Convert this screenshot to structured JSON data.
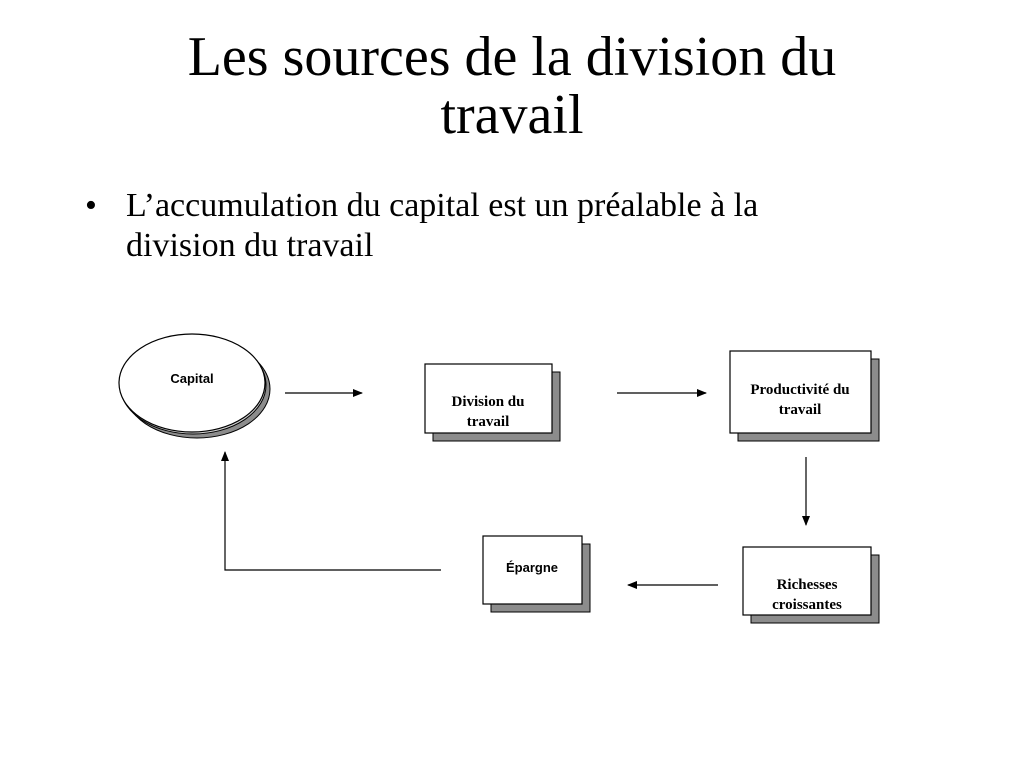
{
  "slide": {
    "title_line1": "Les sources de la division du",
    "title_line2": "travail",
    "bullet_symbol": "•",
    "bullet_line1": "L’accumulation du capital est un préalable à la",
    "bullet_line2": "division du travail"
  },
  "diagram": {
    "nodes": {
      "capital": "Capital",
      "division_line1": "Division du",
      "division_line2": "travail",
      "productivite_line1": "Productivité du",
      "productivite_line2": "travail",
      "richesses_line1": "Richesses",
      "richesses_line2": "croissantes",
      "epargne": "Épargne"
    }
  }
}
